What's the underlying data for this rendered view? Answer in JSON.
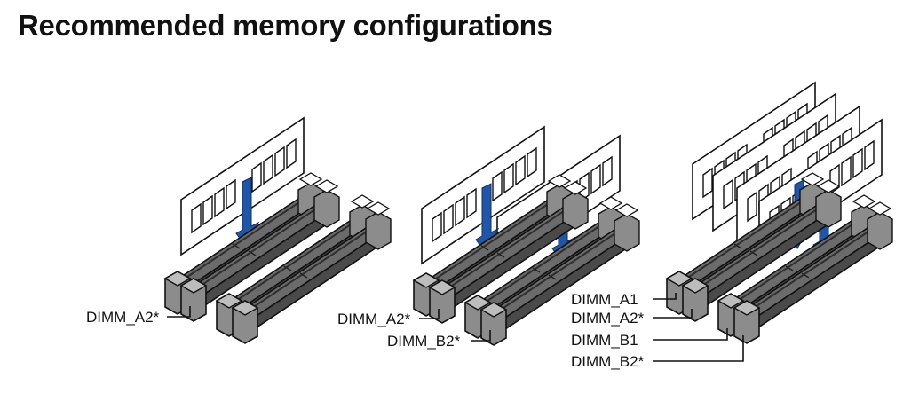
{
  "title": "Recommended memory configurations",
  "colors": {
    "slot": "#5a5a5a",
    "slot_dark": "#3a3a3a",
    "slot_end": "#8a8a8a",
    "arrow": "#1f56a8",
    "outline": "#111111"
  },
  "configurations": [
    {
      "labels": [
        "DIMM_A2*"
      ]
    },
    {
      "labels": [
        "DIMM_A2*",
        "DIMM_B2*"
      ]
    },
    {
      "labels": [
        "DIMM_A1",
        "DIMM_A2*",
        "DIMM_B1",
        "DIMM_B2*"
      ]
    }
  ]
}
